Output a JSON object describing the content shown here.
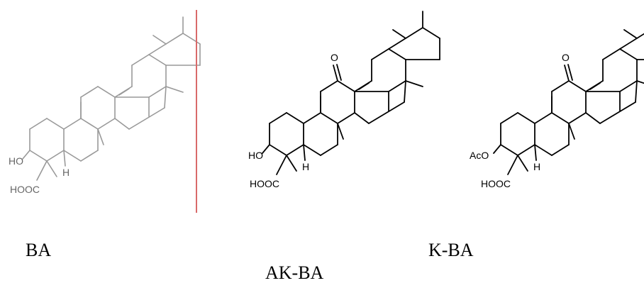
{
  "molecules": [
    {
      "id": "ba",
      "caption": "BA",
      "stroke": "#999999",
      "atoms": {
        "hydroxyl": "HO",
        "carboxyl": "HOOC",
        "hydrogen": "H"
      }
    },
    {
      "id": "akba",
      "caption": "AK-BA",
      "stroke": "#000000",
      "atoms": {
        "hydroxyl": "HO",
        "carboxyl": "HOOC",
        "hydrogen": "H",
        "ketone": "O"
      }
    },
    {
      "id": "kba",
      "caption": "K-BA",
      "stroke": "#000000",
      "atoms": {
        "acetoxy": "AcO",
        "carboxyl": "HOOC",
        "hydrogen": "H",
        "ketone": "O"
      }
    }
  ],
  "colors": {
    "divider": "#d96a6a",
    "background": "#ffffff"
  }
}
